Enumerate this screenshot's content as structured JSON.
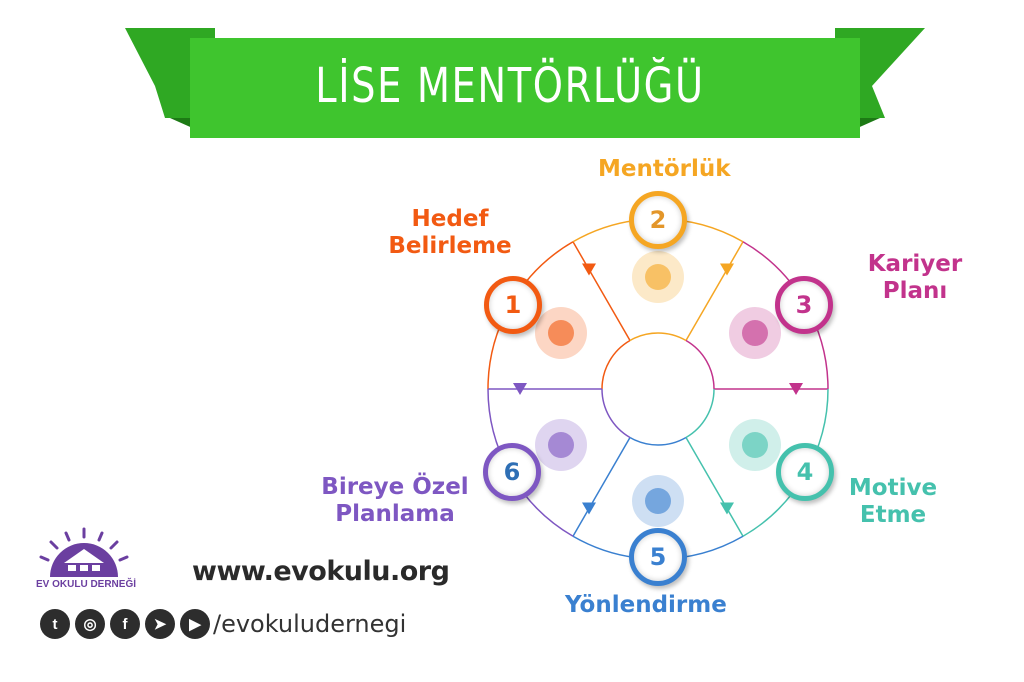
{
  "title": "LİSE MENTÖRLÜĞÜ",
  "steps": [
    {
      "number": "1",
      "label_line1": "Hedef",
      "label_line2": "Belirleme",
      "color": "#f25a12",
      "icon": "target-icon"
    },
    {
      "number": "2",
      "label_line1": "Mentörlük",
      "label_line2": "",
      "color": "#f5a623",
      "icon": "mentor-icon"
    },
    {
      "number": "3",
      "label_line1": "Kariyer",
      "label_line2": "Planı",
      "color": "#c2338c",
      "icon": "puzzle-icon"
    },
    {
      "number": "4",
      "label_line1": "Motive",
      "label_line2": "Etme",
      "color": "#45c1ad",
      "icon": "businessman-flag-icon"
    },
    {
      "number": "5",
      "label_line1": "Yönlendirme",
      "label_line2": "",
      "color": "#3a80d0",
      "icon": "compass-icon"
    },
    {
      "number": "6",
      "label_line1": "Bireye Özel",
      "label_line2": "Planlama",
      "color": "#7e57c2",
      "icon": "brain-gears-icon"
    }
  ],
  "footer": {
    "logo_text": "EV OKULU DERNEĞİ",
    "website": "www.evokulu.org",
    "social_handle": "/evokuludernegi",
    "social_icons": [
      "twitter-icon",
      "instagram-icon",
      "facebook-icon",
      "telegram-icon",
      "youtube-icon"
    ]
  },
  "colors": {
    "banner": "#3cc42c",
    "banner_dark": "#2a9e1f"
  }
}
